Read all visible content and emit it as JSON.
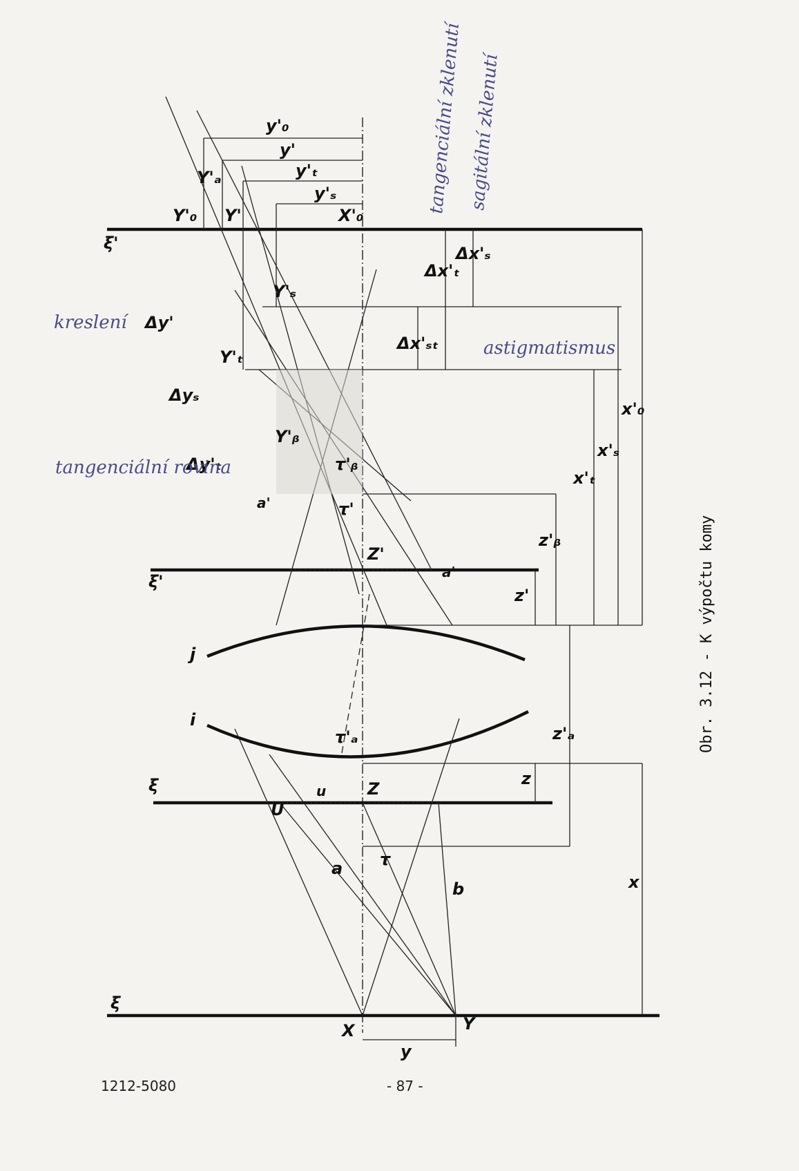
{
  "caption": "Obr. 3.12  -  K výpočtu komy",
  "footer": {
    "code": "1212-5080",
    "page_number": "- 87 -"
  },
  "plane_labels": {
    "xi": "ξ",
    "xi_p": "ξ'",
    "xi_pp": "ξ'",
    "surface_i": "i",
    "surface_j": "j"
  },
  "point_labels": {
    "X": "X",
    "Y": "Y",
    "U": "U",
    "Z": "Z",
    "Zp": "Z'",
    "Y0p": "Y'₀",
    "Yp": "Y'",
    "Yap": "Y'ₐ",
    "Ysp": "Y'ₛ",
    "Ytp": "Y'ₜ",
    "Ybp": "Y'ᵦ",
    "X0p": "X'₀",
    "a": "a",
    "b": "b",
    "u": "u",
    "ap": "a'",
    "app": "a'"
  },
  "dimension_labels": {
    "y": "y",
    "x": "x",
    "z": "z",
    "zp": "z'",
    "zap": "z'ₐ",
    "zbp": "z'ᵦ",
    "xtp": "x'ₜ",
    "xsp": "x'ₛ",
    "x0p": "x'₀",
    "dxtp": "Δx'ₜ",
    "dxsp": "Δx'ₛ",
    "dxstp": "Δx'ₛₜ",
    "y0p": "y'₀",
    "yp": "y'",
    "ytp": "y'ₜ",
    "ysp": "y'ₛ",
    "dyp": "Δy'",
    "dys": "Δyₛ",
    "dytp": "Δy'ₜ",
    "tau": "τ",
    "taup": "τ'",
    "tau_ap": "τ'ₐ",
    "tau_bp": "τ'ᵦ"
  },
  "annotations": {
    "tangential_plane_hand": "tangenciální rovina",
    "kresleni": "kreslení",
    "astigmatismus": "astigmatismus",
    "tangential_bend": "tangenciální zklenutí",
    "sagittal_bend": "sagitální zklenutí"
  }
}
